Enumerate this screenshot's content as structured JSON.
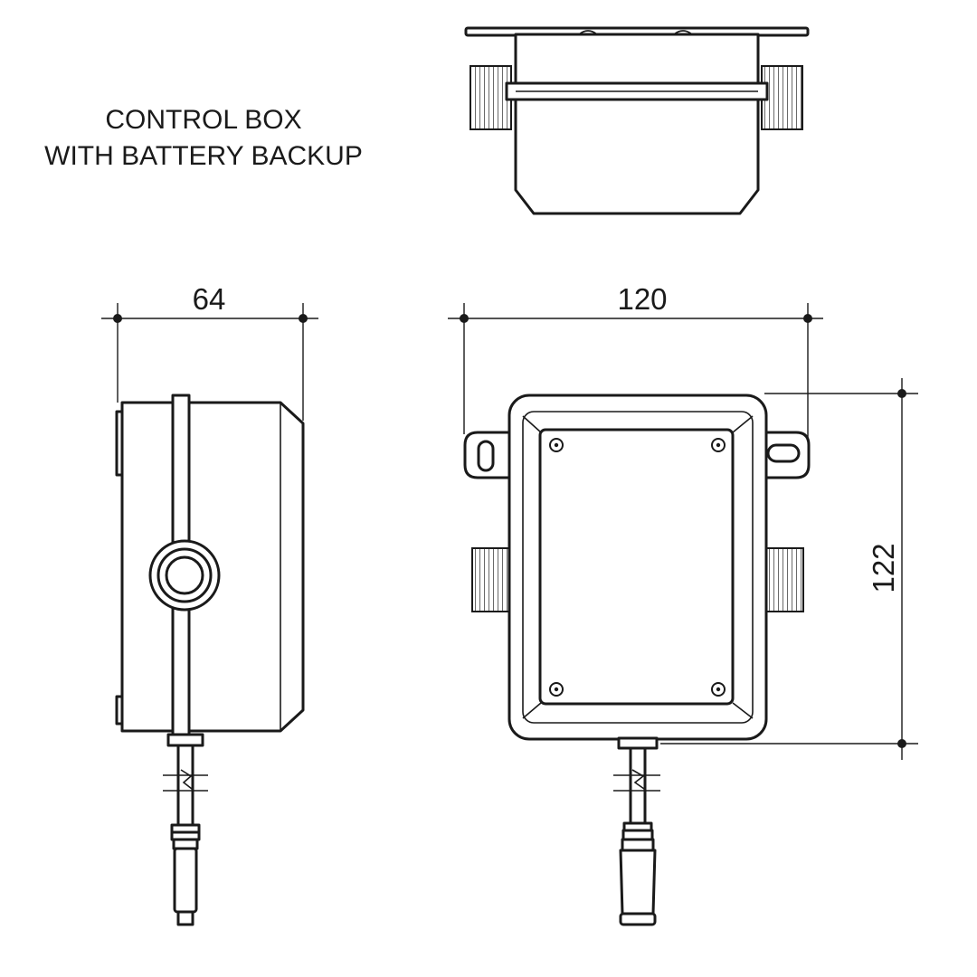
{
  "title": {
    "line1": "CONTROL BOX",
    "line2": "WITH BATTERY BACKUP"
  },
  "dimensions": {
    "side_width": "64",
    "front_width": "120",
    "front_height": "122"
  },
  "colors": {
    "ink": "#1a1a1a",
    "background": "#ffffff"
  }
}
